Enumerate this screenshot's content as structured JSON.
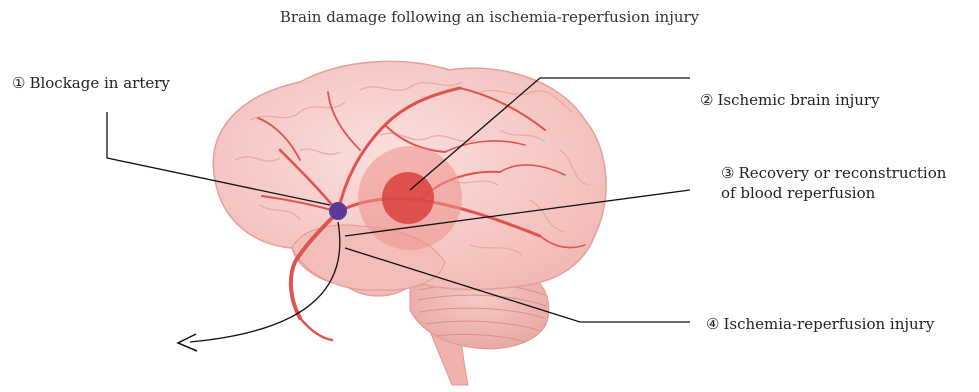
{
  "title": "Brain damage following an ischemia-reperfusion injury",
  "labels": {
    "l1": {
      "number": "①",
      "text": "Blockage in artery"
    },
    "l2": {
      "number": "②",
      "text": "Ischemic brain injury"
    },
    "l3": {
      "number": "③",
      "text": "Recovery or reconstruction",
      "text2": "of blood reperfusion"
    },
    "l4": {
      "number": "④",
      "text": "Ischemia-reperfusion injury"
    }
  },
  "colors": {
    "brain_fill": "#f5c6c4",
    "brain_shade": "#eba7a4",
    "artery": "#e0534f",
    "ischemia_outer": "#f08a86",
    "ischemia_inner": "#d9413c",
    "blockage": "#5b3b96",
    "line": "#111111"
  }
}
